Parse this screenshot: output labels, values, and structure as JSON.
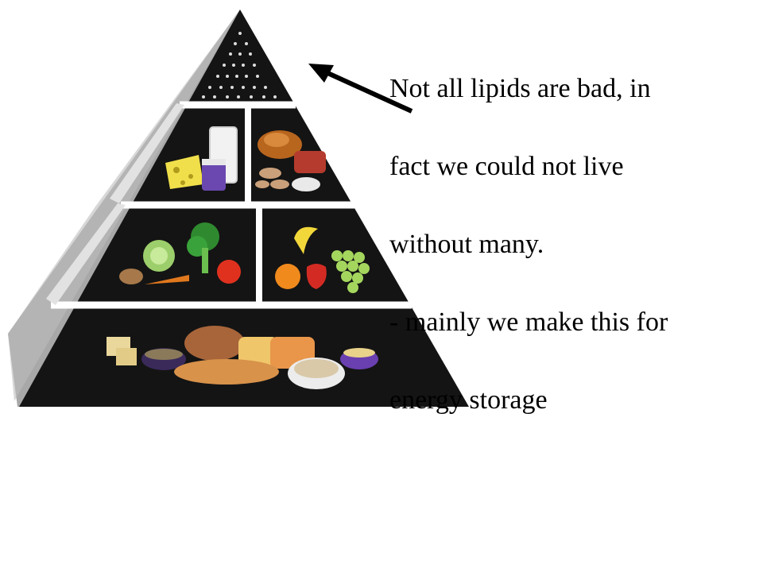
{
  "callout": {
    "line1": "Not all lipids are bad, in",
    "line2": "fact we could not live",
    "line3": "without many.",
    "line4": "-  mainly we make this for",
    "line5": "energy storage"
  },
  "colors": {
    "pyramid_face": "#141414",
    "pyramid_side": "#a8a8a8",
    "pyramid_edge": "#cfcfcf",
    "divider": "#ffffff",
    "arrow": "#000000"
  },
  "icons": {
    "tier1": "fats-oils-sweets-dots",
    "tier2_left": "dairy-icon",
    "tier2_right": "meat-icon",
    "tier3_left": "vegetables-icon",
    "tier3_right": "fruits-icon",
    "tier4": "grains-bread-icon"
  }
}
